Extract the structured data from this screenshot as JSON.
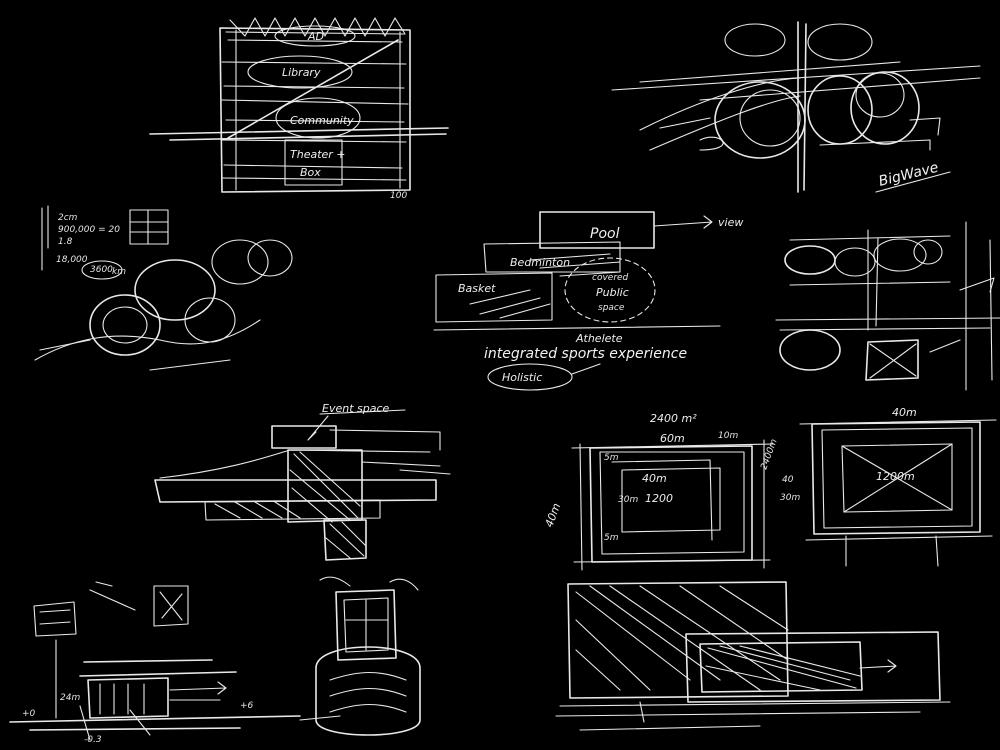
{
  "sketch_1": {
    "labels": [
      "AD",
      "Library",
      "Community",
      "Theater +",
      "Box"
    ],
    "corner_note": "100"
  },
  "sketch_2": {
    "label": "BigWave"
  },
  "sketch_3": {
    "notes": [
      "2cm",
      "900,000 = 20",
      "1.8",
      "18,000",
      "3600",
      "km"
    ]
  },
  "sketch_4": {
    "boxes": [
      "Pool",
      "Bedminton",
      "Basket"
    ],
    "view": "view",
    "public": [
      "covered",
      "Public",
      "space"
    ],
    "phrase_1": "Athelete",
    "phrase_2": "integrated sports experience",
    "bubble": "Holistic"
  },
  "sketch_6": {
    "label": "Event space"
  },
  "sketch_7": {
    "dims": [
      "2400 m²",
      "60m",
      "10m",
      "40m",
      "5m",
      "40m",
      "30m",
      "1200",
      "5m"
    ]
  },
  "sketch_8": {
    "dims": [
      "40m",
      "2400m",
      "1200m",
      "40",
      "30m"
    ]
  },
  "sketch_10": {
    "notes": [
      "+0",
      "-0.3",
      "24m",
      "+6"
    ]
  }
}
